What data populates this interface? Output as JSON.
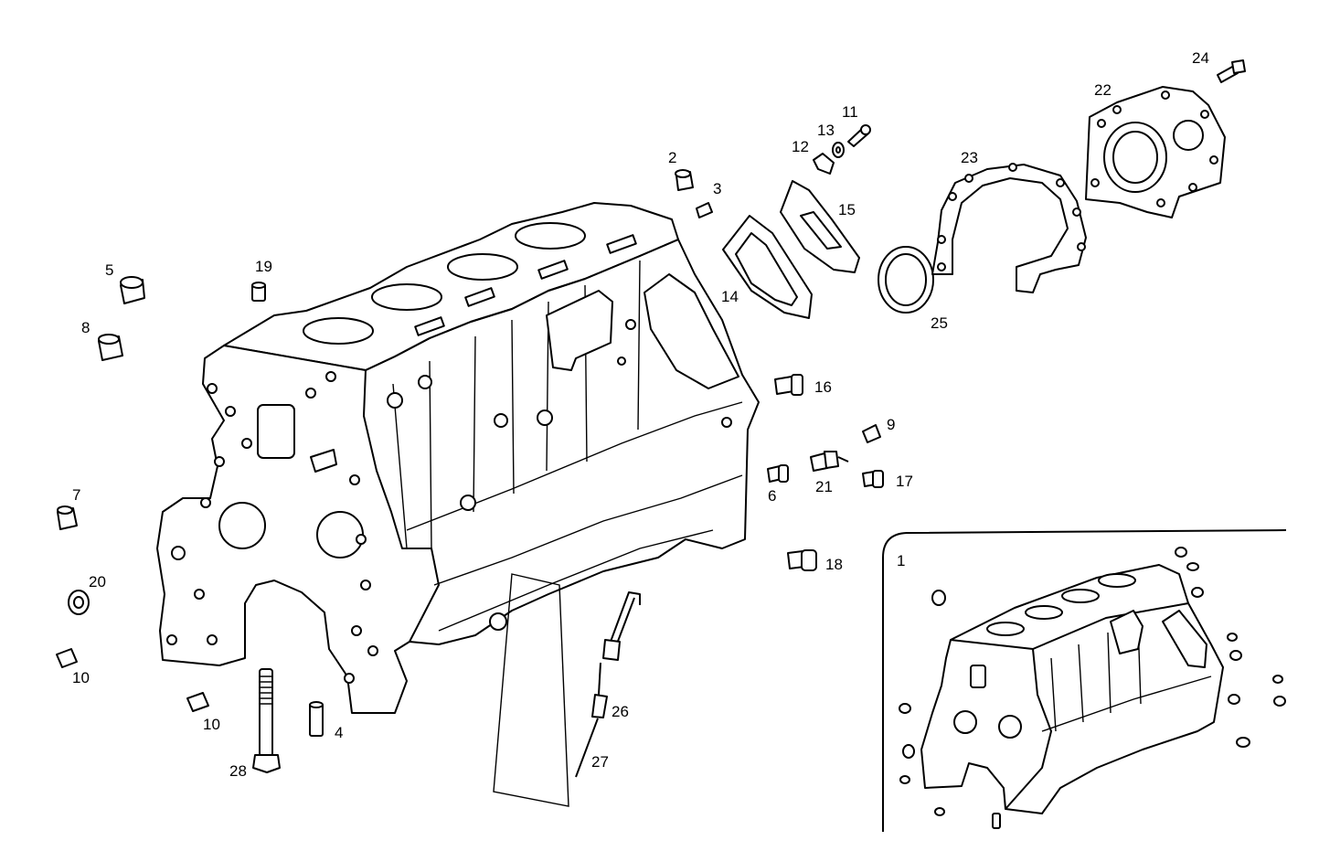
{
  "diagram": {
    "inset_label": "1",
    "callouts": {
      "p2": "2",
      "p3": "3",
      "p4": "4",
      "p5": "5",
      "p6": "6",
      "p7": "7",
      "p8": "8",
      "p9": "9",
      "p10a": "10",
      "p10b": "10",
      "p11": "11",
      "p12": "12",
      "p13": "13",
      "p14": "14",
      "p15": "15",
      "p16": "16",
      "p17": "17",
      "p18": "18",
      "p19": "19",
      "p20": "20",
      "p21": "21",
      "p22": "22",
      "p23": "23",
      "p24": "24",
      "p25": "25",
      "p26": "26",
      "p27": "27",
      "p28": "28"
    }
  }
}
